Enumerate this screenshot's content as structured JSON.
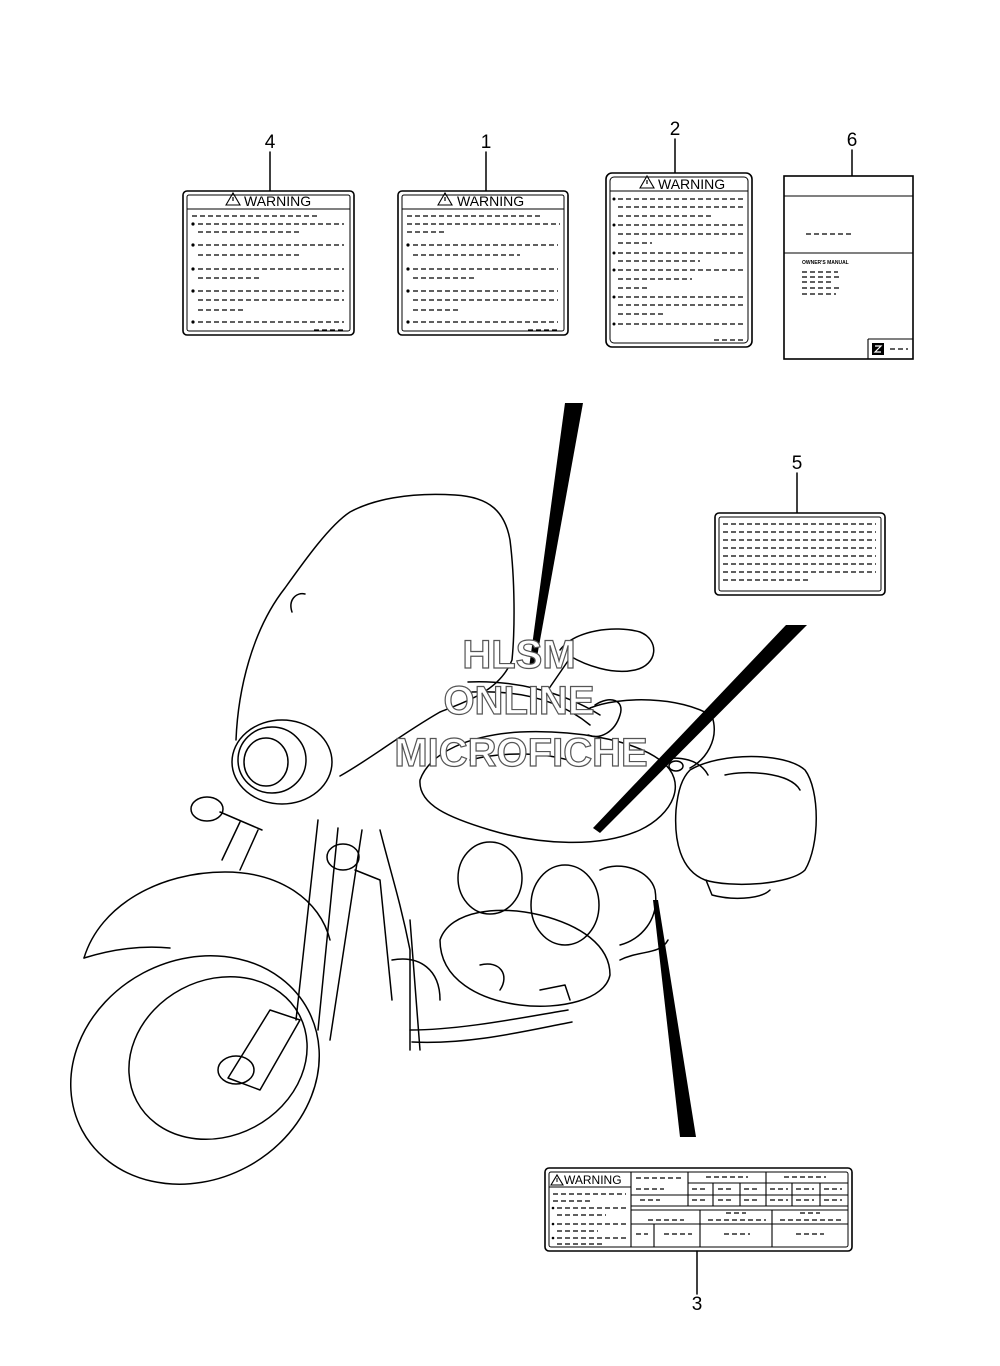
{
  "callouts": [
    "1",
    "2",
    "3",
    "4",
    "5",
    "6"
  ],
  "warning_text": "WARNING",
  "manual_title": "OWNER'S MANUAL",
  "watermark": [
    "HLSM",
    "ONLINE",
    "MICROFICHE"
  ],
  "icons": {
    "warning": "warning-triangle-icon",
    "brand": "suzuki-logo-icon"
  }
}
